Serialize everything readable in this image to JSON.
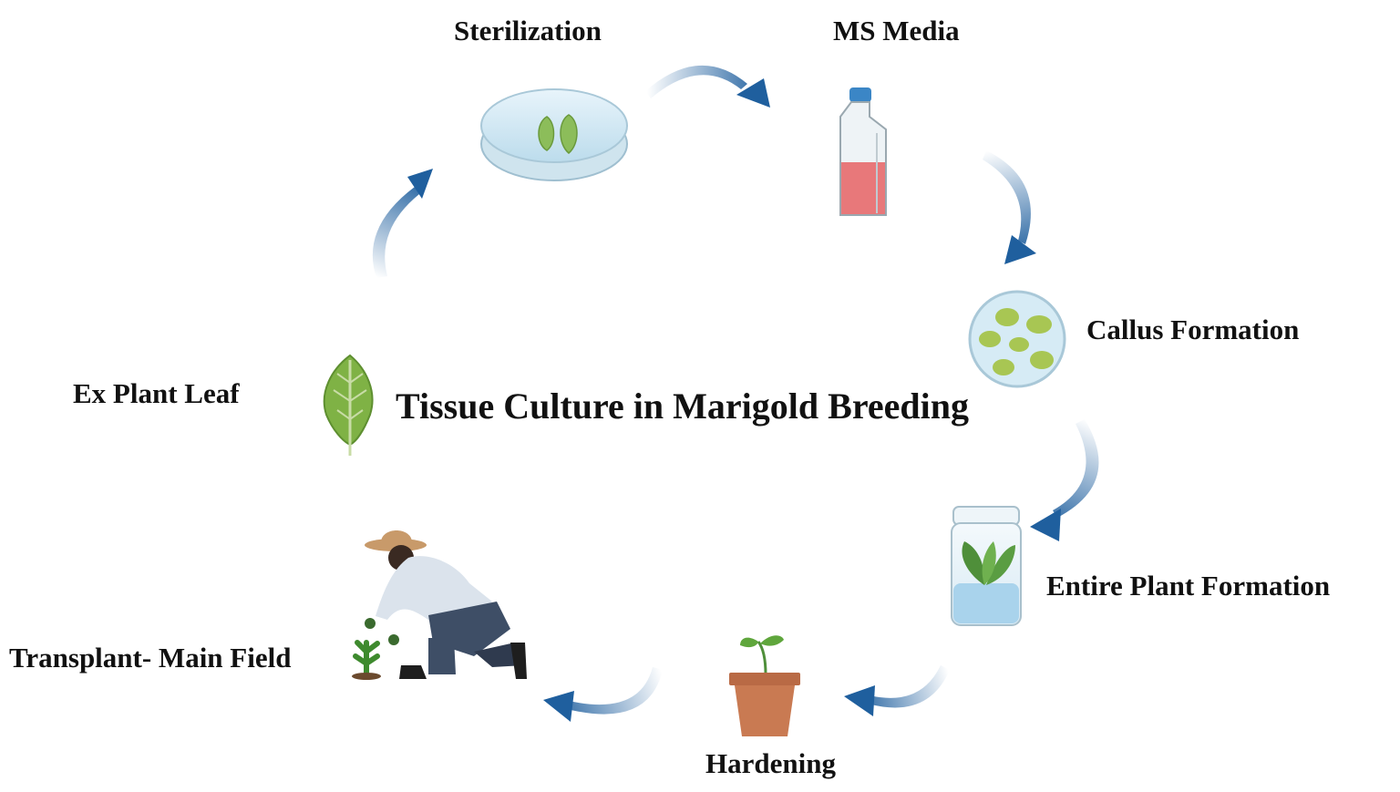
{
  "diagram": {
    "title": "Tissue Culture in Marigold Breeding",
    "steps": [
      {
        "label": "Ex Plant Leaf",
        "icon": "leaf-icon"
      },
      {
        "label": "Sterilization",
        "icon": "petri-dish-icon"
      },
      {
        "label": "MS Media",
        "icon": "culture-flask-icon"
      },
      {
        "label": "Callus Formation",
        "icon": "callus-dish-icon"
      },
      {
        "label": "Entire Plant Formation",
        "icon": "plant-jar-icon"
      },
      {
        "label": "Hardening",
        "icon": "seedling-pot-icon"
      },
      {
        "label": "Transplant- Main Field",
        "icon": "farmer-planting-icon"
      }
    ]
  },
  "colors": {
    "arrow": "#1f5f9e",
    "leaf": "#7fb245",
    "media": "#e8787a",
    "pot": "#c97a52",
    "text": "#111111"
  }
}
